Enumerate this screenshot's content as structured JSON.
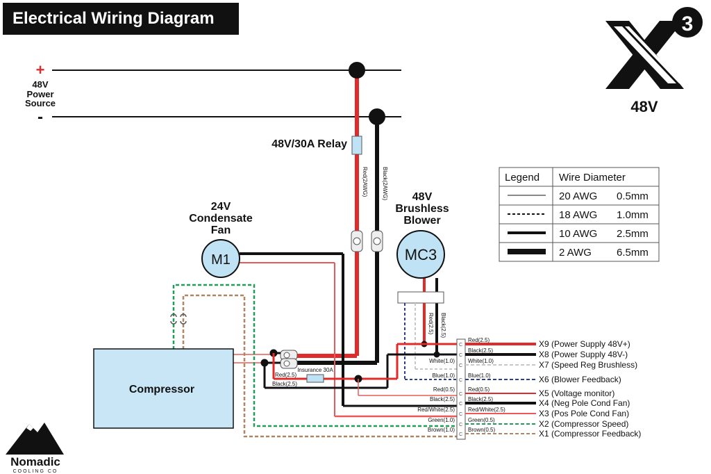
{
  "header": {
    "title": "Electrical Wiring Diagram"
  },
  "brand": {
    "logo_mark": "X3",
    "voltage": "48V",
    "company_line1": "Nomadic",
    "company_line2": "COOLING CO"
  },
  "power": {
    "plus": "+",
    "minus": "-",
    "label": "48V\nPower\nSource"
  },
  "relay": {
    "label": "48V/30A Relay",
    "red_wire": "Red(2AWG)",
    "black_wire": "Black(2AWG)"
  },
  "fan": {
    "label": "24V\nCondensate\nFan",
    "motor": "M1"
  },
  "blower": {
    "label": "48V\nBrushless\nBlower",
    "motor": "MC3",
    "red_wire": "Red(2.5)",
    "black_wire": "Black(2.5)"
  },
  "compressor": {
    "label": "Compressor",
    "red_wire": "Red(2.5)",
    "black_wire": "Black(2.5)",
    "fuse": "Insurance 30A"
  },
  "legend": {
    "header_left": "Legend",
    "header_right": "Wire Diameter",
    "rows": [
      {
        "awg": "20 AWG",
        "mm": "0.5mm"
      },
      {
        "awg": "18 AWG",
        "mm": "1.0mm"
      },
      {
        "awg": "10 AWG",
        "mm": "2.5mm"
      },
      {
        "awg": "2 AWG",
        "mm": "6.5mm"
      }
    ]
  },
  "terminals": [
    {
      "id": "X9",
      "desc": "X9 (Power Supply 48V+)",
      "wire_right": "Red(2.5)",
      "wire_left": "",
      "color": "#e02b2b"
    },
    {
      "id": "X8",
      "desc": "X8 (Power Supply 48V-)",
      "wire_right": "Black(2.5)",
      "wire_left": "",
      "color": "#111111"
    },
    {
      "id": "X7",
      "desc": "X7 (Speed Reg Brushless)",
      "wire_right": "White(1.0)",
      "wire_left": "White(1.0)",
      "color": "#c8c8c8"
    },
    {
      "id": "X6",
      "desc": "X6 (Blower Feedback)",
      "wire_right": "Blue(1.0)",
      "wire_left": "Blue(1.0)",
      "color": "#2b3f8c"
    },
    {
      "id": "X5",
      "desc": "X5 (Voltage monitor)",
      "wire_right": "Red(0.5)",
      "wire_left": "Red(0.5)",
      "color": "#e02b2b"
    },
    {
      "id": "X4",
      "desc": "X4 (Neg Pole Cond Fan)",
      "wire_right": "Black(2.5)",
      "wire_left": "Black(2.5)",
      "color": "#111111"
    },
    {
      "id": "X3",
      "desc": "X3 (Pos Pole Cond Fan)",
      "wire_right": "Red/White(2.5)",
      "wire_left": "Red/White(2.5)",
      "color": "#e85a5a"
    },
    {
      "id": "X2",
      "desc": "X2 (Compressor Speed)",
      "wire_right": "Green(0.5)",
      "wire_left": "Green(1.0)",
      "color": "#1f9e5a"
    },
    {
      "id": "X1",
      "desc": "X1 (Compressor Feedback)",
      "wire_right": "Brown(0.5)",
      "wire_left": "Brown(1.0)",
      "color": "#b08560"
    }
  ],
  "colors": {
    "red": "#e02b2b",
    "black": "#111111",
    "motor_fill": "#bfe3f5",
    "compressor_fill": "#c8e6f5"
  }
}
